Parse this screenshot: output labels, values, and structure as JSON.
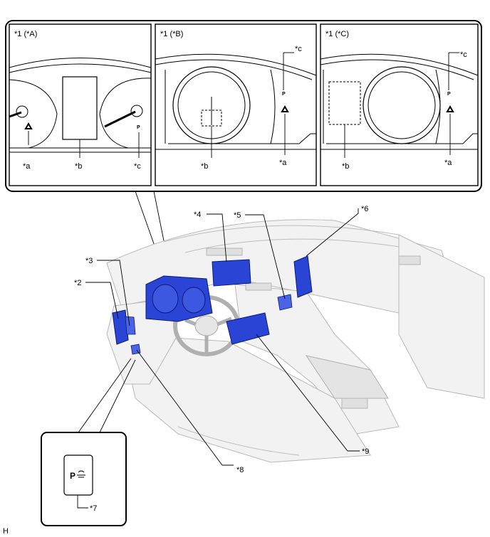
{
  "panels": [
    {
      "title": "*1 (*A)",
      "labels": {
        "a": "*a",
        "b": "*b",
        "c": "*c"
      }
    },
    {
      "title": "*1 (*B)",
      "labels": {
        "a": "*a",
        "b": "*b",
        "c": "*c"
      }
    },
    {
      "title": "*1 (*C)",
      "labels": {
        "a": "*a",
        "b": "*b",
        "c": "*c"
      }
    }
  ],
  "indicator_text": "P",
  "callouts": {
    "c2": "*2",
    "c3": "*3",
    "c4": "*4",
    "c5": "*5",
    "c6": "*6",
    "c7": "*7",
    "c8": "*8",
    "c9": "*9"
  },
  "switch_label": "P",
  "corner_code": "H",
  "colors": {
    "component": "#2a45d6",
    "interior": "#f2f2f2"
  }
}
